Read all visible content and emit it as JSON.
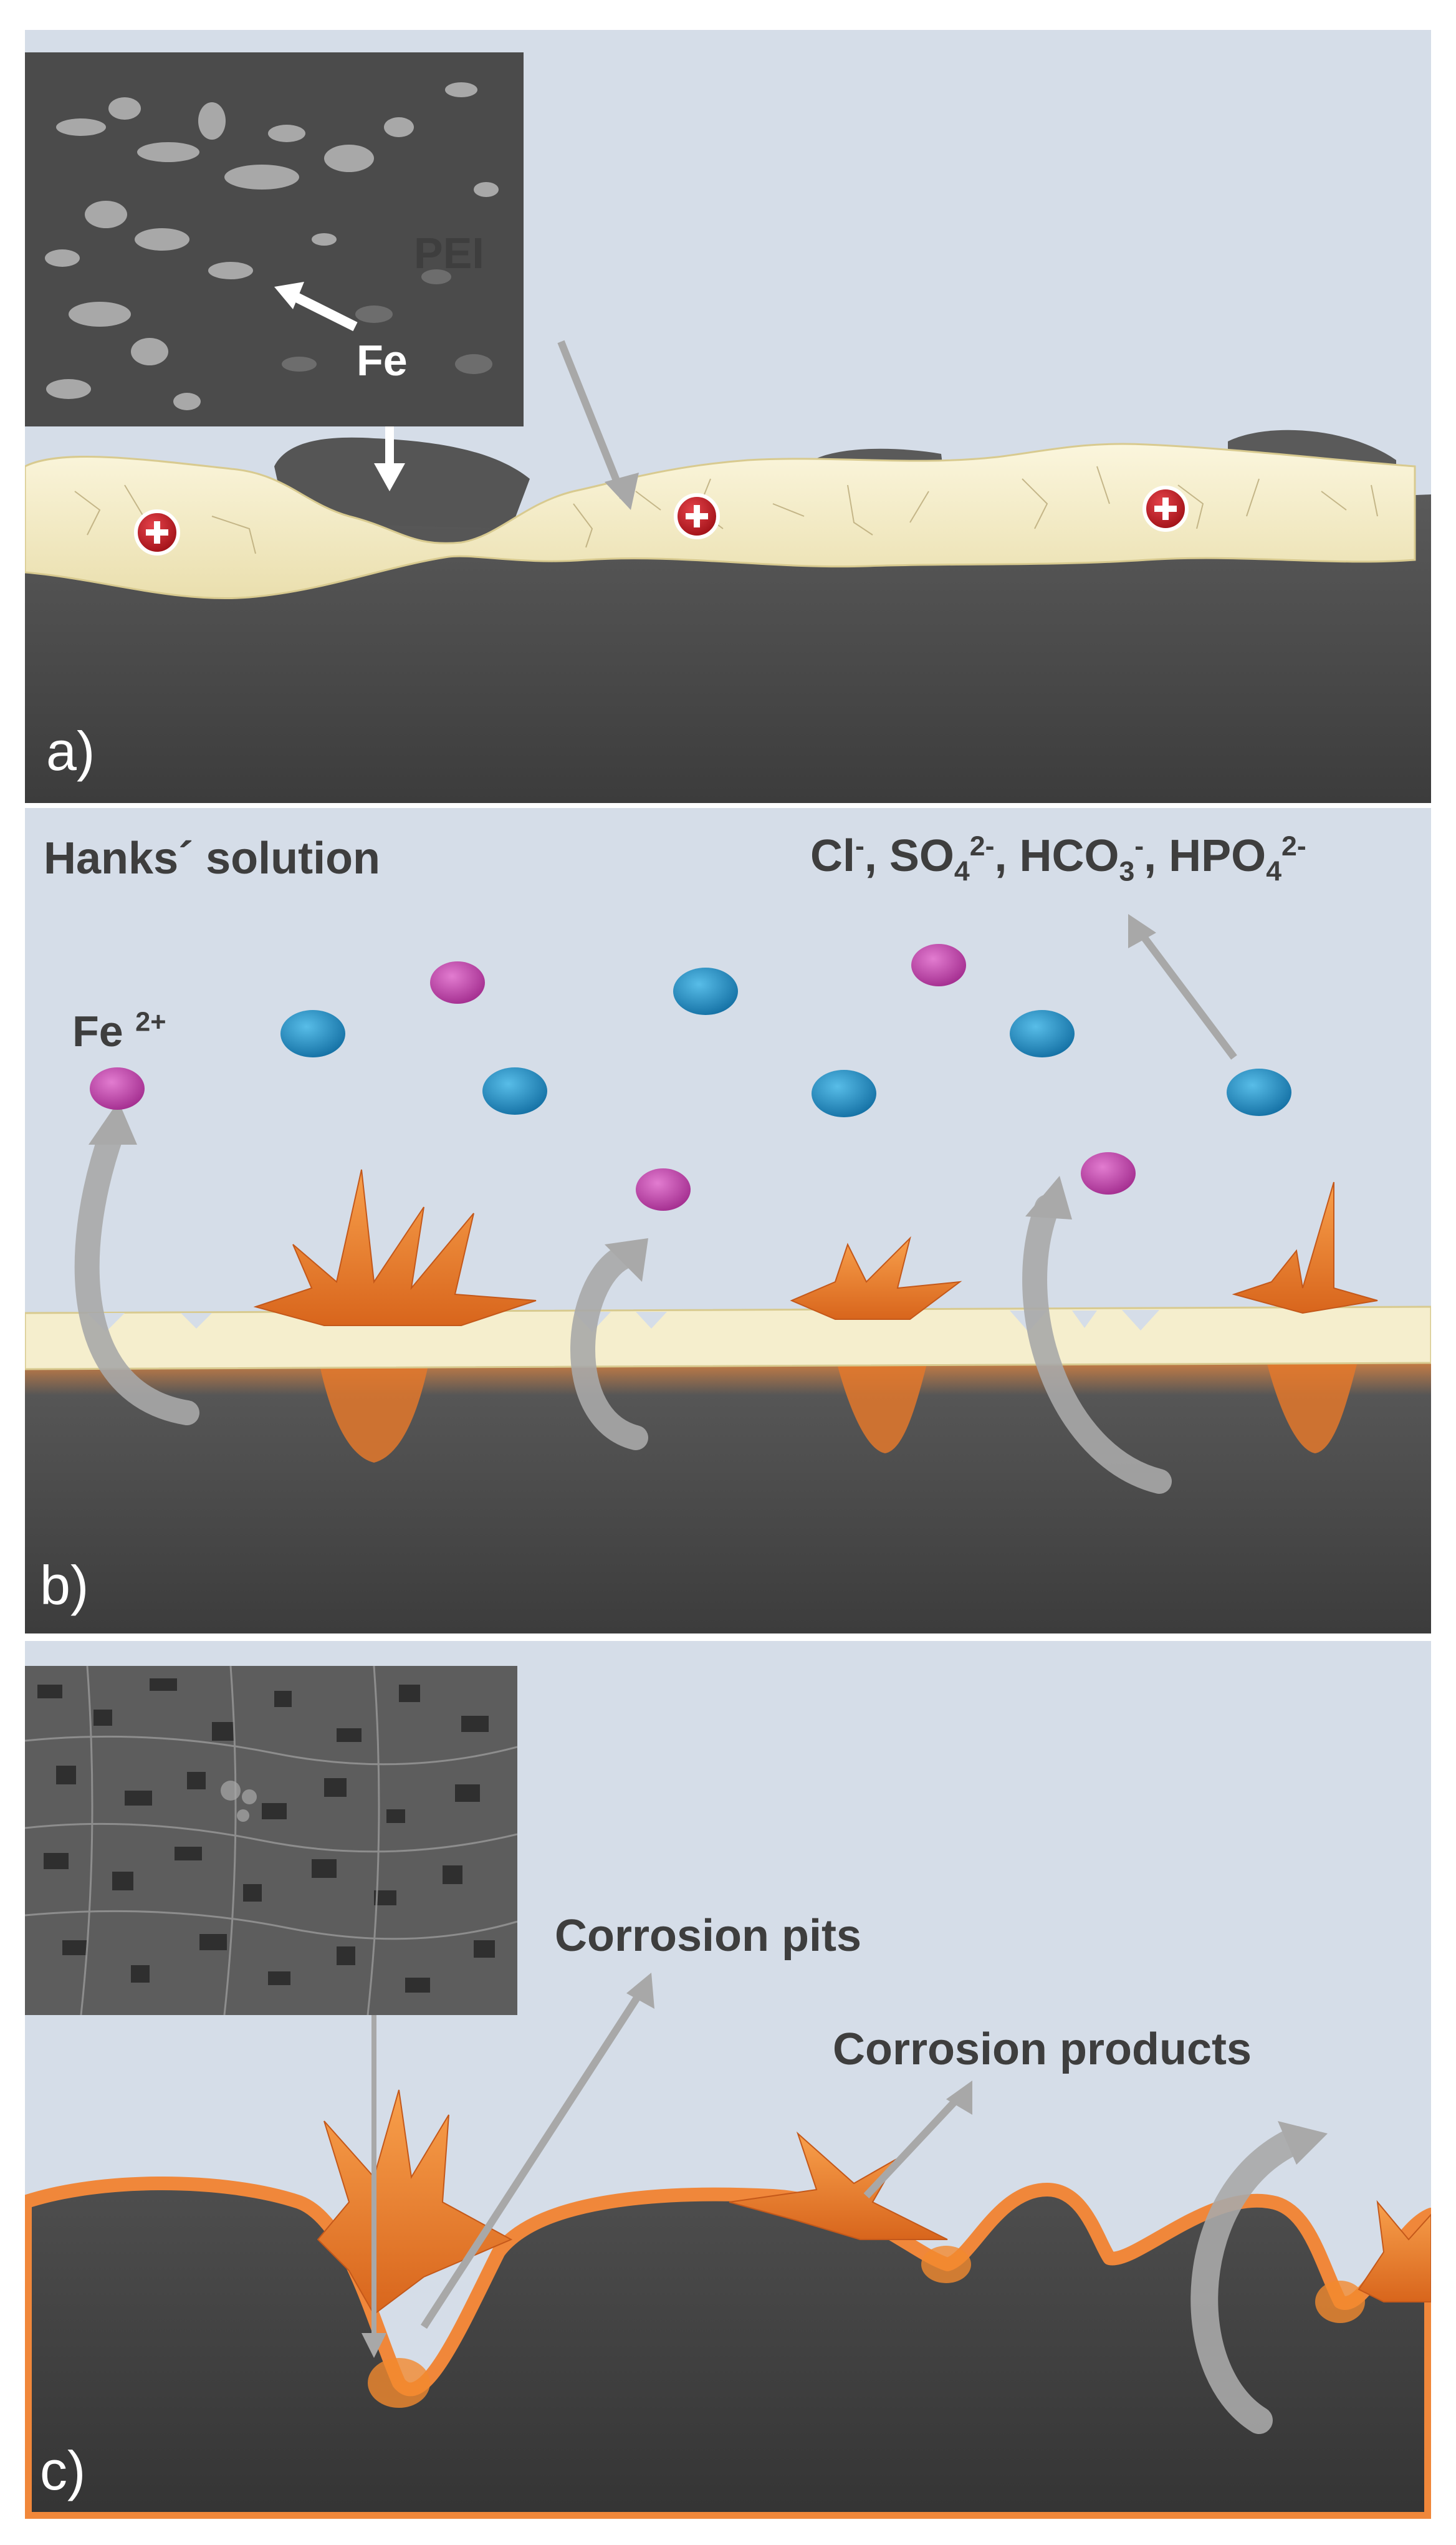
{
  "panel_a": {
    "letter": "a)",
    "labels": {
      "pei": "PEI",
      "fe": "Fe"
    },
    "charge_symbol": "+"
  },
  "panel_b": {
    "letter": "b)",
    "solution_label": "Hanks´ solution",
    "fe_ion": {
      "base": "Fe",
      "sup": "2+"
    },
    "anions": {
      "parts": [
        {
          "t": "Cl"
        },
        {
          "sup": "-"
        },
        {
          "t": ", SO"
        },
        {
          "sub": "4"
        },
        {
          "sup": "2-"
        },
        {
          "t": ", HCO"
        },
        {
          "sub": "3"
        },
        {
          "sup": "-"
        },
        {
          "t": ", HPO"
        },
        {
          "sub": "4"
        },
        {
          "sup": "2-"
        }
      ]
    }
  },
  "panel_c": {
    "letter": "c)",
    "labels": {
      "pits": "Corrosion pits",
      "products": "Corrosion products"
    }
  },
  "colors": {
    "background": "#d5dde8",
    "substrate": "#4a4a4a",
    "pei_coating": "#f5eecd",
    "fe_ion": "#c23fae",
    "anion": "#1e94d0",
    "corrosion": "#f28a2e",
    "arrow": "#a9a9a9",
    "charge": "#c0171f"
  }
}
